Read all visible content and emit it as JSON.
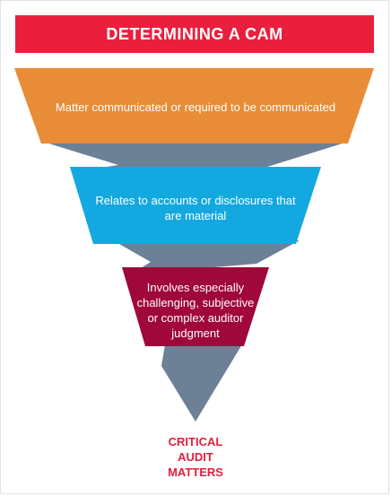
{
  "title": "DETERMINING A CAM",
  "stages": [
    {
      "label": "Matter communicated or required to be communicated",
      "color": "#e88c37"
    },
    {
      "label": "Relates to accounts or disclosures that are material",
      "color": "#14a8e0"
    },
    {
      "label": "Involves especially challenging, subjective or complex auditor judgment",
      "color": "#a0073a"
    }
  ],
  "connector_color": "#6c8096",
  "result": {
    "lines": [
      "CRITICAL",
      "AUDIT",
      "MATTERS"
    ],
    "color": "#e41e3a"
  },
  "colors": {
    "title_bar": "#ea1f3d",
    "title_text": "#ffffff",
    "stage_text": "#ffffff"
  }
}
